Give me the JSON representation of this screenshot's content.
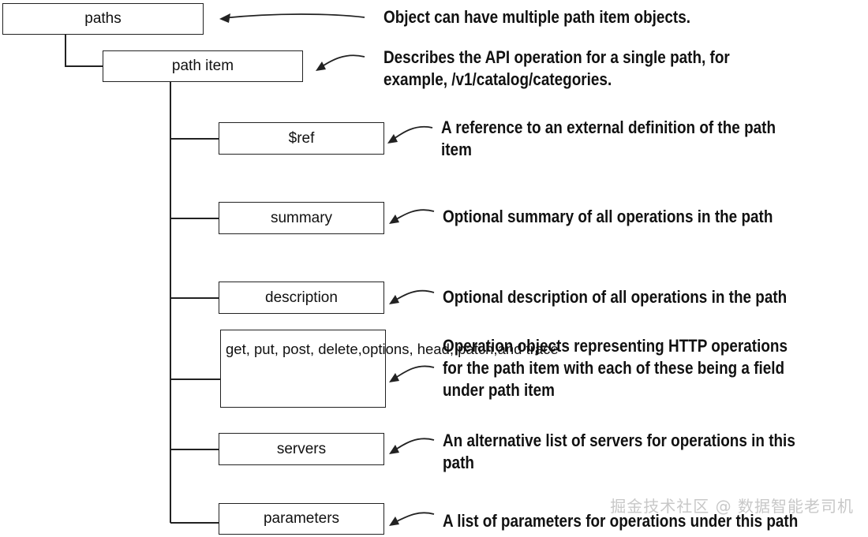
{
  "nodes": {
    "paths": "paths",
    "path_item": "path item",
    "ref": "$ref",
    "summary": "summary",
    "description": "description",
    "operations_lines": [
      "get, put, post, delete,",
      "options, head, patch,",
      "and trace"
    ],
    "servers": "servers",
    "parameters": "parameters"
  },
  "notes": {
    "paths": [
      "Object can have multiple path item objects."
    ],
    "path_item": [
      "Describes the API operation for a single path, for",
      "example, /v1/catalog/categories."
    ],
    "ref": [
      "A reference to an external definition of the path",
      "item"
    ],
    "summary": [
      "Optional summary of all operations in the path"
    ],
    "description": [
      "Optional description of all operations in the path"
    ],
    "operations": [
      "Operation objects representing HTTP operations",
      "for the path item with each of these being a field",
      "under path item"
    ],
    "servers": [
      "An alternative list of servers for operations in this",
      "path"
    ],
    "parameters": [
      "A list of parameters for operations under this path"
    ]
  },
  "watermark": "掘金技术社区 @ 数据智能老司机"
}
